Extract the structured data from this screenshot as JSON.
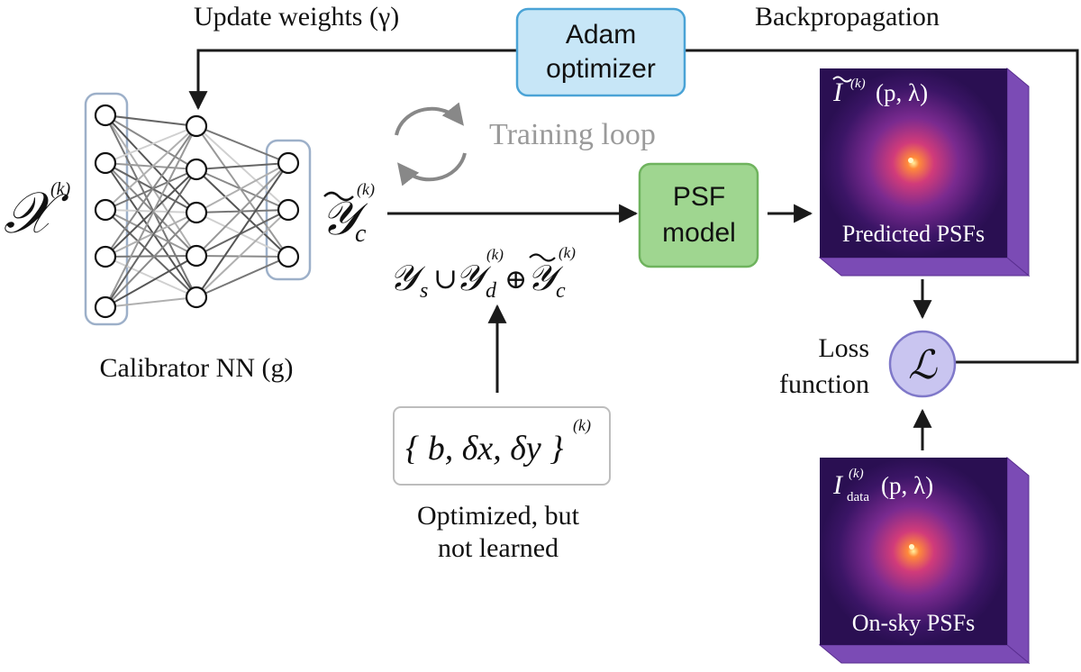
{
  "labels": {
    "update_weights": "Update weights (γ)",
    "backpropagation": "Backpropagation",
    "training_loop": "Training loop",
    "calibrator": "Calibrator NN (g)",
    "loss_line1": "Loss",
    "loss_line2": "function",
    "optimized_line1": "Optimized, but",
    "optimized_line2": "not learned",
    "predicted_psfs": "Predicted PSFs",
    "onsky_psfs": "On-sky PSFs"
  },
  "math": {
    "x_symbol": "𝒳",
    "x_superscript": "(k)",
    "yc_symbol": "𝒴",
    "yc_subscript": "c",
    "yc_superscript": "(k)",
    "union_expr_a": "𝒴",
    "union_sub_s": "s",
    "union_op": "∪",
    "union_expr_b": "𝒴",
    "union_sub_d": "d",
    "union_sup_d": "(k)",
    "oplus": "⊕",
    "union_expr_c": "𝒴",
    "union_sub_c": "c",
    "union_sup_c": "(k)",
    "params_set": "{ b, δx, δy }",
    "params_sup": "(k)",
    "loss_symbol": "ℒ",
    "pred_I": "I",
    "pred_sup": "(k)",
    "pred_args": "(p, λ)",
    "data_I": "I",
    "data_sup": "(k)",
    "data_sub": "data",
    "data_args": "(p, λ)"
  },
  "boxes": {
    "adam_line1": "Adam",
    "adam_line2": "optimizer",
    "psf_line1": "PSF",
    "psf_line2": "model"
  },
  "colors": {
    "adam_fill": "#c7e6f7",
    "adam_stroke": "#4aa3d6",
    "psf_fill": "#9fd690",
    "psf_stroke": "#6fb35e",
    "loss_fill": "#c9c5f0",
    "loss_stroke": "#7f78c9",
    "layer_box_stroke": "#9db0c9",
    "psf_bg": "#2a0f52",
    "psf_side": "#7b4bb5"
  },
  "network": {
    "layers": [
      5,
      5,
      3
    ]
  }
}
